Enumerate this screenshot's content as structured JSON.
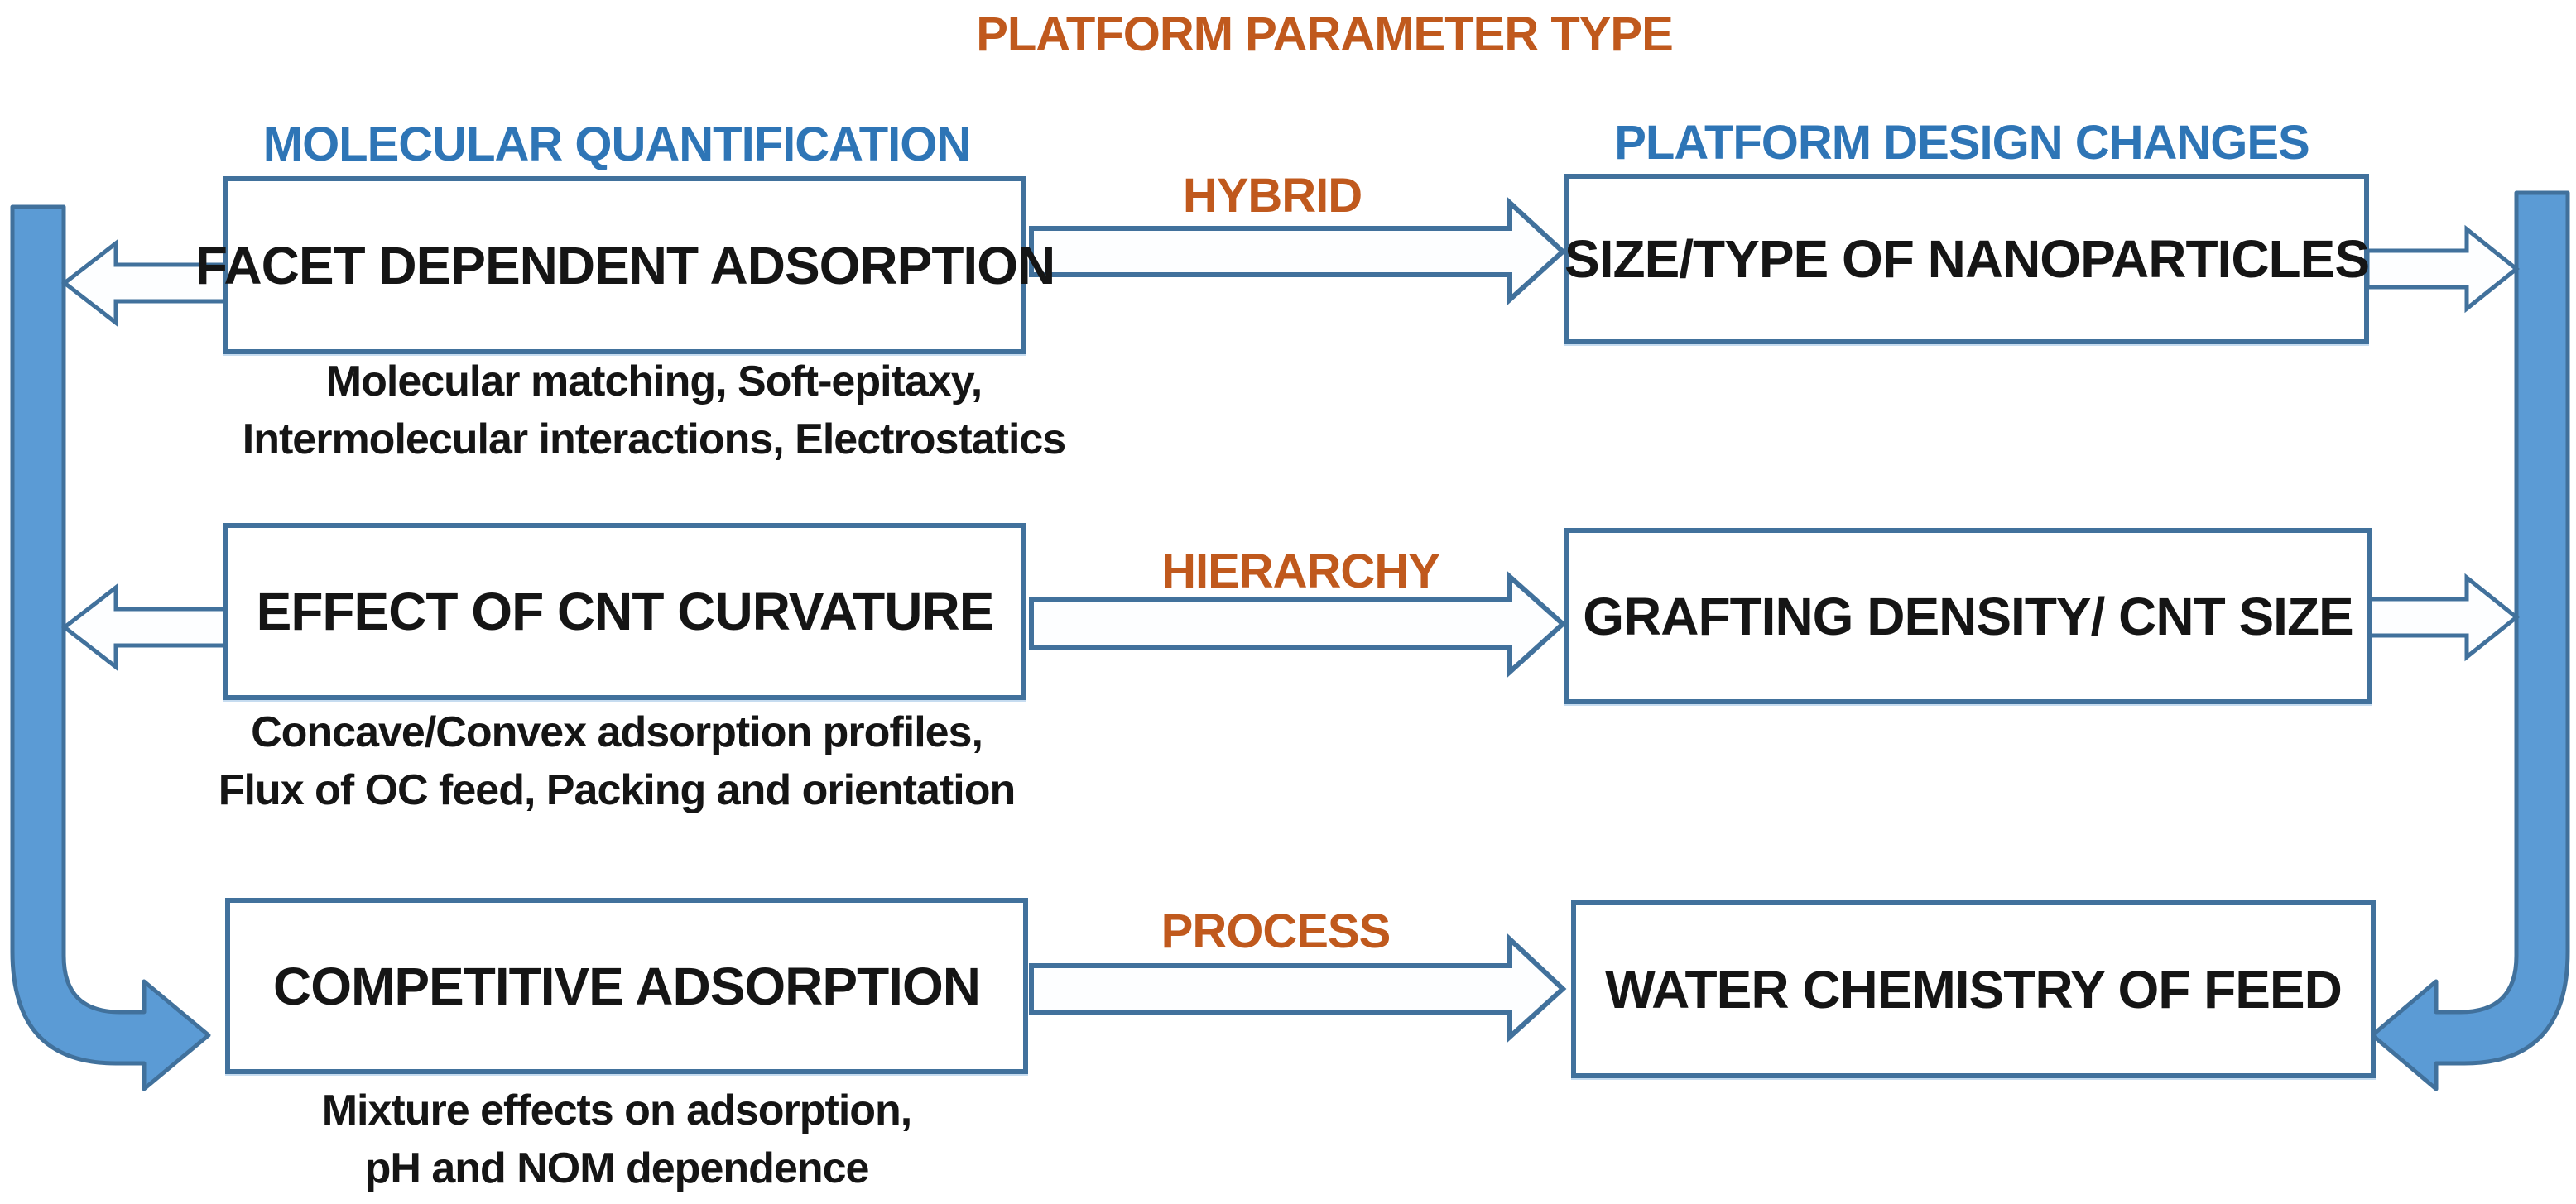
{
  "title": "PLATFORM PARAMETER TYPE",
  "left_column": {
    "header": "MOLECULAR QUANTIFICATION"
  },
  "right_column": {
    "header": "PLATFORM DESIGN CHANGES"
  },
  "rows": [
    {
      "left_box": "FACET DEPENDENT ADSORPTION",
      "arrow_label": "HYBRID",
      "right_box": "SIZE/TYPE OF NANOPARTICLES",
      "note_line1": "Molecular matching, Soft-epitaxy,",
      "note_line2": "Intermolecular interactions, Electrostatics"
    },
    {
      "left_box": "EFFECT OF CNT CURVATURE",
      "arrow_label": "HIERARCHY",
      "right_box": "GRAFTING DENSITY/ CNT SIZE",
      "note_line1": "Concave/Convex adsorption profiles,",
      "note_line2": "Flux of OC feed, Packing and orientation"
    },
    {
      "left_box": "COMPETITIVE ADSORPTION",
      "arrow_label": "PROCESS",
      "right_box": "WATER CHEMISTRY OF FEED",
      "note_line1": "Mixture effects on adsorption,",
      "note_line2": "pH and NOM dependence"
    }
  ],
  "colors": {
    "accent_orange": "#C0591D",
    "header_blue": "#2E75B6",
    "shape_border_blue": "#41719C",
    "thick_arrow_fill": "#5B9BD5"
  }
}
